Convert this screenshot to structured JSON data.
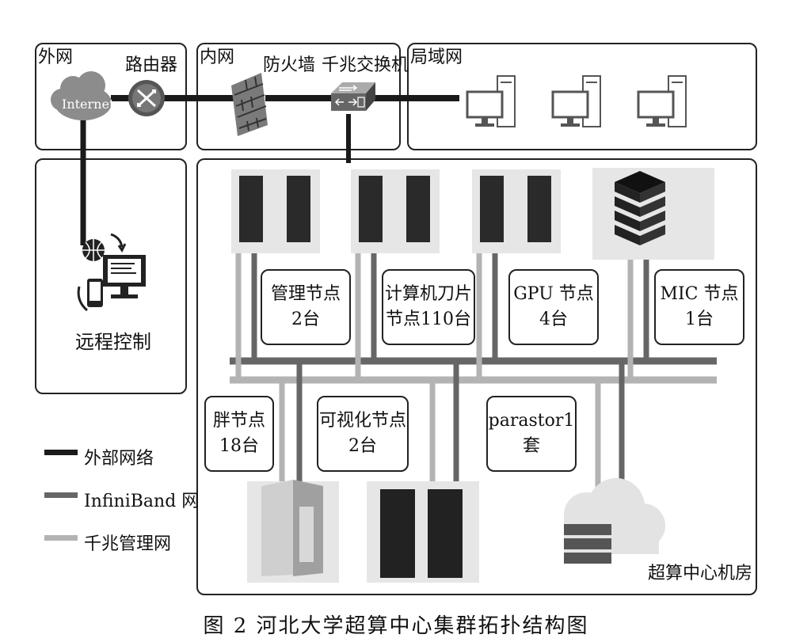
{
  "regions": {
    "outer": "外网",
    "inner": "内网",
    "lan": "局域网",
    "remote": "远程控制",
    "datacenter": "超算中心机房"
  },
  "devices": {
    "internet": "Internet",
    "router": "路由器",
    "firewall": "防火墙",
    "switch": "千兆交换机"
  },
  "nodes": {
    "mgmt": [
      "管理节点",
      "2台"
    ],
    "blade": [
      "计算机刀片",
      "节点110台"
    ],
    "gpu": [
      "GPU 节点",
      "4台"
    ],
    "mic": [
      "MIC 节点",
      "1台"
    ],
    "fat": [
      "胖节点",
      "18台"
    ],
    "vis": [
      "可视化节点",
      "2台"
    ],
    "storage": [
      "parastor1 套"
    ]
  },
  "legend": [
    {
      "label": "外部网络",
      "color": "#1a1a1a"
    },
    {
      "label": "InfiniBand 网",
      "color": "#666666"
    },
    {
      "label": "千兆管理网",
      "color": "#b3b3b3"
    }
  ],
  "caption": "图 2   河北大学超算中心集群拓扑结构图"
}
